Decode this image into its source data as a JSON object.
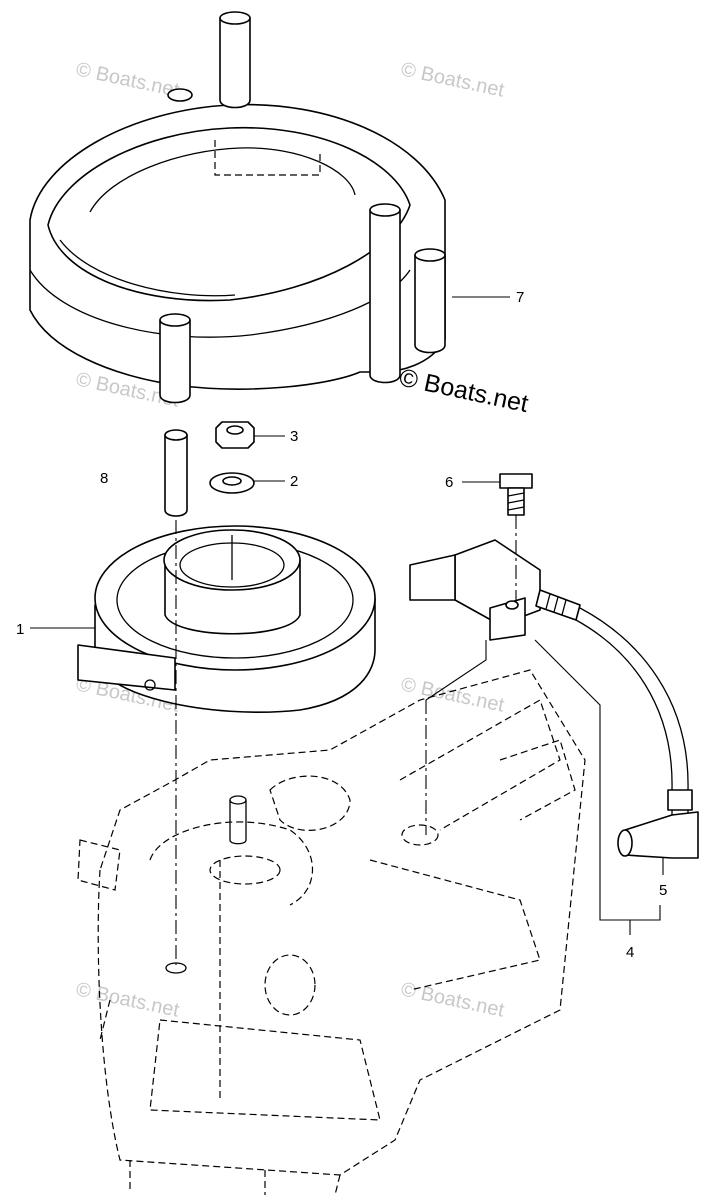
{
  "watermark": {
    "text": "© Boats.net",
    "main_text": "© Boats.net"
  },
  "callouts": [
    {
      "number": "1",
      "part": "flywheel-rotor"
    },
    {
      "number": "2",
      "part": "washer"
    },
    {
      "number": "3",
      "part": "nut"
    },
    {
      "number": "4",
      "part": "ignition-coil-assembly"
    },
    {
      "number": "5",
      "part": "spark-plug-cap"
    },
    {
      "number": "6",
      "part": "bolt"
    },
    {
      "number": "7",
      "part": "flywheel-cover"
    },
    {
      "number": "8",
      "part": "collar"
    }
  ],
  "colors": {
    "line": "#000000",
    "watermark": "#c8c8c8",
    "background": "#ffffff"
  }
}
